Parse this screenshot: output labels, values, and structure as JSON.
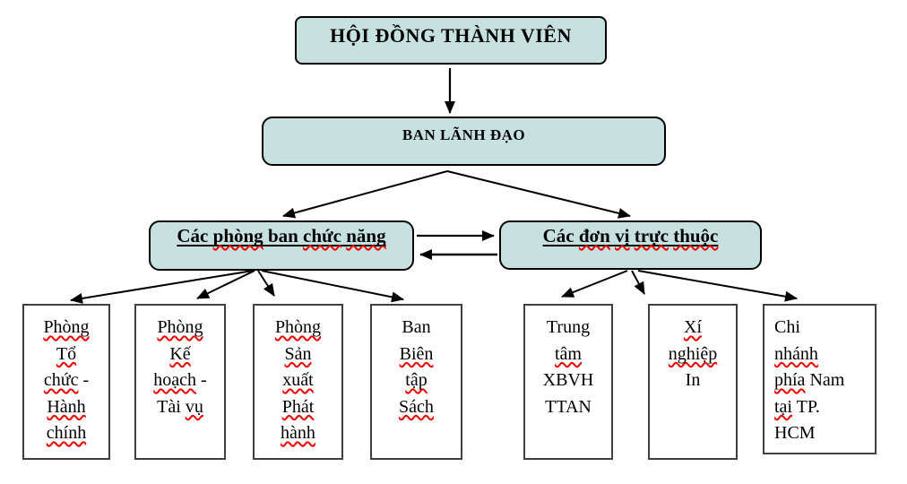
{
  "colors": {
    "node_fill": "#c7e1e1",
    "node_border": "#000000",
    "department_border": "#3f3f3f",
    "spellcheck_underline": "#ee0000",
    "arrow": "#000000"
  },
  "nodes": {
    "council": {
      "label": "HỘI ĐỒNG THÀNH VIÊN"
    },
    "leadership": {
      "label": "BAN LÃNH ĐẠO"
    },
    "functional": {
      "label": "Các phòng ban chức năng",
      "segments": [
        {
          "t": "Các ",
          "w": 0
        },
        {
          "t": "phòng",
          "w": 1
        },
        {
          "t": " ban ",
          "w": 0
        },
        {
          "t": "chức",
          "w": 1
        },
        {
          "t": " ",
          "w": 0
        },
        {
          "t": "năng",
          "w": 1
        }
      ]
    },
    "units": {
      "label": "Các đơn vị trực thuộc",
      "segments": [
        {
          "t": "Các ",
          "w": 0
        },
        {
          "t": "đơn",
          "w": 1
        },
        {
          "t": " ",
          "w": 0
        },
        {
          "t": "vị",
          "w": 1
        },
        {
          "t": " ",
          "w": 0
        },
        {
          "t": "trực",
          "w": 1
        },
        {
          "t": " ",
          "w": 0
        },
        {
          "t": "thuộc",
          "w": 1
        }
      ]
    }
  },
  "departments": [
    {
      "name": "phong-to-chuc-hanh-chinh",
      "label": "Phòng Tổ chức - Hành chính",
      "lines": [
        [
          {
            "t": "Phòng",
            "w": 1
          }
        ],
        [
          {
            "t": "Tổ",
            "w": 1
          }
        ],
        [
          {
            "t": "chức",
            "w": 1
          },
          {
            "t": " -",
            "w": 0
          }
        ],
        [
          {
            "t": "Hành",
            "w": 1
          }
        ],
        [
          {
            "t": "chính",
            "w": 1
          }
        ]
      ]
    },
    {
      "name": "phong-ke-hoach-tai-vu",
      "label": "Phòng Kế hoạch - Tài vụ",
      "lines": [
        [
          {
            "t": "Phòng",
            "w": 1
          }
        ],
        [
          {
            "t": "Kế",
            "w": 1
          }
        ],
        [
          {
            "t": "hoạch",
            "w": 1
          },
          {
            "t": " -",
            "w": 0
          }
        ],
        [
          {
            "t": "Tài ",
            "w": 0
          },
          {
            "t": "vụ",
            "w": 1
          }
        ]
      ]
    },
    {
      "name": "phong-san-xuat-phat-hanh",
      "label": "Phòng Sản xuất Phát hành",
      "lines": [
        [
          {
            "t": "Phòng",
            "w": 1
          }
        ],
        [
          {
            "t": "Sản",
            "w": 1
          }
        ],
        [
          {
            "t": "xuất",
            "w": 1
          }
        ],
        [
          {
            "t": "Phát",
            "w": 1
          }
        ],
        [
          {
            "t": "hành",
            "w": 1
          }
        ]
      ]
    },
    {
      "name": "ban-bien-tap-sach",
      "label": "Ban Biên tập Sách",
      "lines": [
        [
          {
            "t": "Ban",
            "w": 0
          }
        ],
        [
          {
            "t": "Biên",
            "w": 1
          }
        ],
        [
          {
            "t": "tập",
            "w": 1
          }
        ],
        [
          {
            "t": "Sách",
            "w": 1
          }
        ]
      ]
    },
    {
      "name": "trung-tam-xbvh-ttan",
      "label": "Trung tâm XBVH TTAN",
      "lines": [
        [
          {
            "t": "Trung",
            "w": 0
          }
        ],
        [
          {
            "t": "tâm",
            "w": 1
          }
        ],
        [
          {
            "t": "XBVH",
            "w": 0
          }
        ],
        [
          {
            "t": "TTAN",
            "w": 0
          }
        ]
      ]
    },
    {
      "name": "xi-nghiep-in",
      "label": "Xí nghiệp In",
      "lines": [
        [
          {
            "t": "Xí",
            "w": 1
          }
        ],
        [
          {
            "t": "nghiệp",
            "w": 1
          }
        ],
        [
          {
            "t": "In",
            "w": 0
          }
        ]
      ]
    },
    {
      "name": "chi-nhanh-phia-nam-tai-tp-hcm",
      "label": "Chi nhánh phía Nam tại TP. HCM",
      "lines": [
        [
          {
            "t": "Chi",
            "w": 0
          }
        ],
        [
          {
            "t": "nhánh",
            "w": 1
          }
        ],
        [
          {
            "t": "phía",
            "w": 1
          },
          {
            "t": " Nam",
            "w": 0
          }
        ],
        [
          {
            "t": "tại",
            "w": 1
          },
          {
            "t": " TP.",
            "w": 0
          }
        ],
        [
          {
            "t": "HCM",
            "w": 0
          }
        ]
      ]
    }
  ]
}
